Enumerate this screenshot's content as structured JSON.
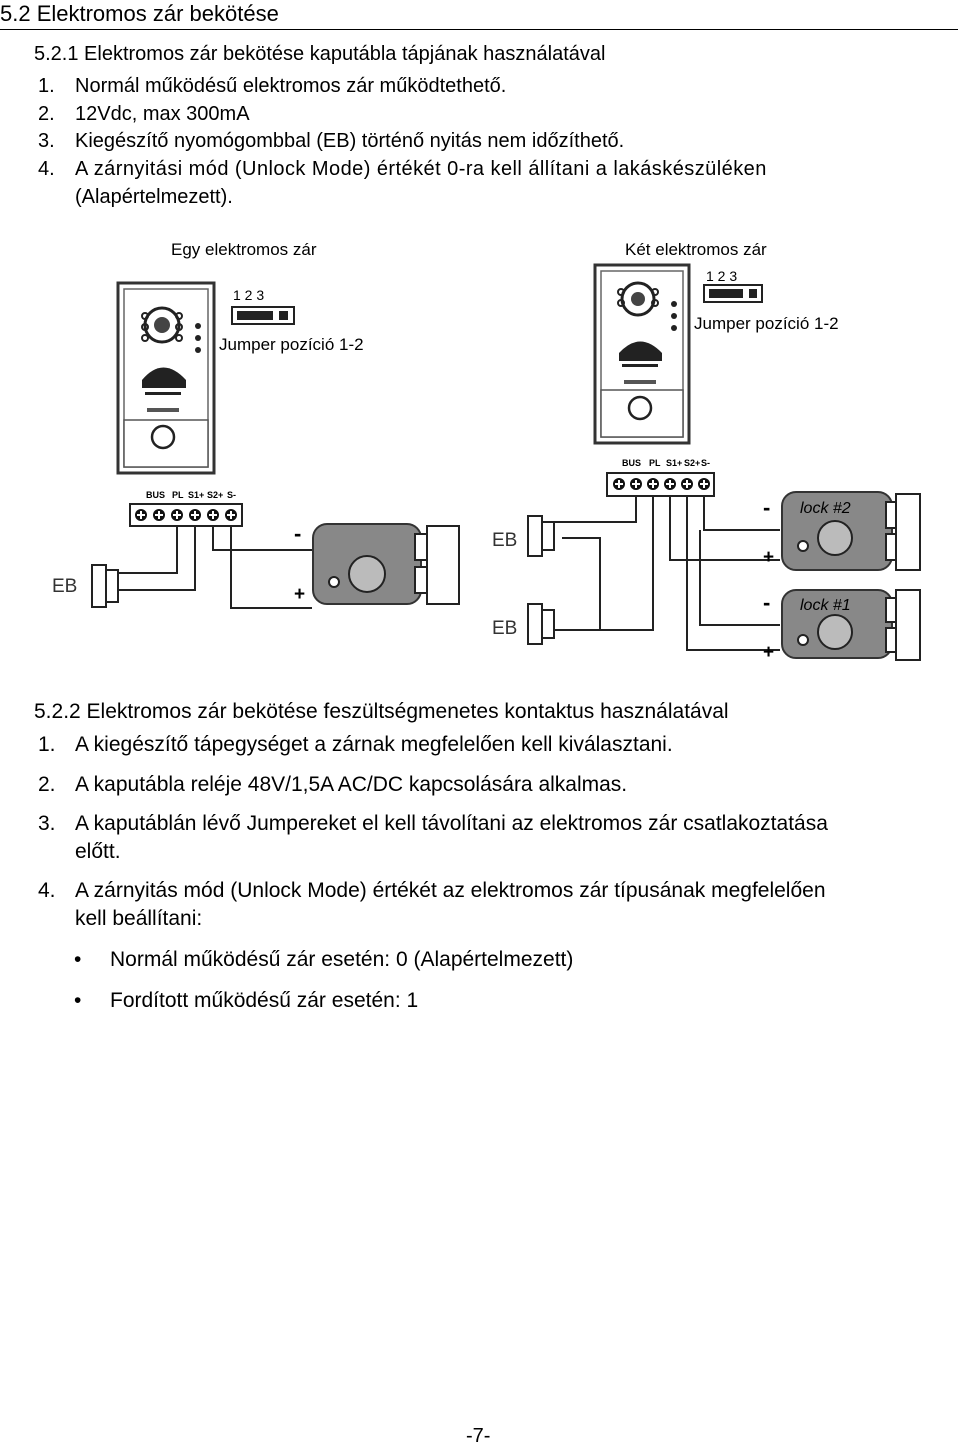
{
  "heading": "5.2 Elektromos zár bekötése",
  "s1": {
    "title": "5.2.1 Elektromos zár bekötése kaputábla tápjának használatával",
    "items": [
      {
        "num": "1.",
        "text": "Normál működésű elektromos zár működtethető."
      },
      {
        "num": "2.",
        "text": "12Vdc, max 300mA"
      },
      {
        "num": "3.",
        "text": "Kiegészítő nyomógombbal (EB) történő nyitás nem időzíthető."
      },
      {
        "num": "4.",
        "text": "A zárnyitási mód (Unlock Mode) értékét 0-ra kell állítani a lakáskészüléken",
        "cont": "(Alapértelmezett)."
      }
    ]
  },
  "diagram": {
    "left_title": "Egy elektromos zár",
    "right_title": "Két elektromos zár",
    "jumper_label": "Jumper pozíció 1-2",
    "jumper_digits": "1  2  3",
    "terminals": [
      "BUS",
      "PL",
      "S1+",
      "S2+",
      "S-"
    ],
    "eb": "EB",
    "minus": "-",
    "plus": "+",
    "lock2": "lock #2",
    "lock1": "lock #1"
  },
  "s2": {
    "title": "5.2.2 Elektromos zár bekötése feszültségmenetes kontaktus használatával",
    "items": [
      {
        "num": "1.",
        "text": "A kiegészítő tápegységet a zárnak megfelelően kell kiválasztani."
      },
      {
        "num": "2.",
        "text": "A kaputábla reléje 48V/1,5A AC/DC kapcsolására alkalmas."
      },
      {
        "num": "3.",
        "text": "A kaputáblán lévő Jumpereket el kell távolítani az elektromos zár csatlakoztatása",
        "cont": "előtt."
      },
      {
        "num": "4.",
        "text": "A zárnyitás mód (Unlock Mode) értékét az elektromos zár típusának megfelelően",
        "cont": "kell beállítani:"
      }
    ],
    "bullets": [
      "Normál működésű zár esetén: 0 (Alapértelmezett)",
      "Fordított működésű zár esetén: 1"
    ]
  },
  "page_number": "-7-"
}
